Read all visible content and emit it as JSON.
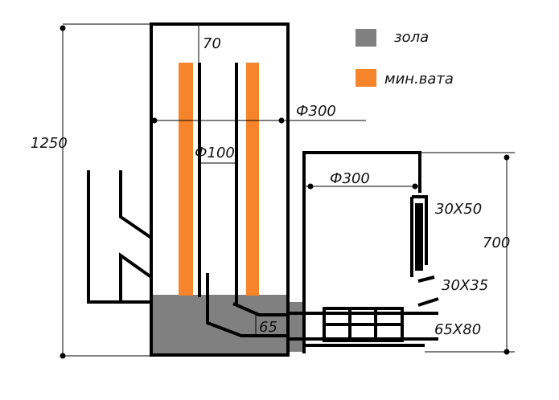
{
  "legend": [
    {
      "label": "зола",
      "color": "#808080"
    },
    {
      "label": "мин.вата",
      "color": "#f6842a"
    }
  ],
  "dimensions": {
    "total_height": "1250",
    "top_gap": "70",
    "riser_diameter": "Ф300",
    "inner_pipe_diameter": "Ф100",
    "chamber_diameter": "Ф300",
    "chamber_height": "700",
    "upper_slot": "30X50",
    "lower_slot": "30X35",
    "channel_height": "65",
    "channel_section": "65X80"
  }
}
